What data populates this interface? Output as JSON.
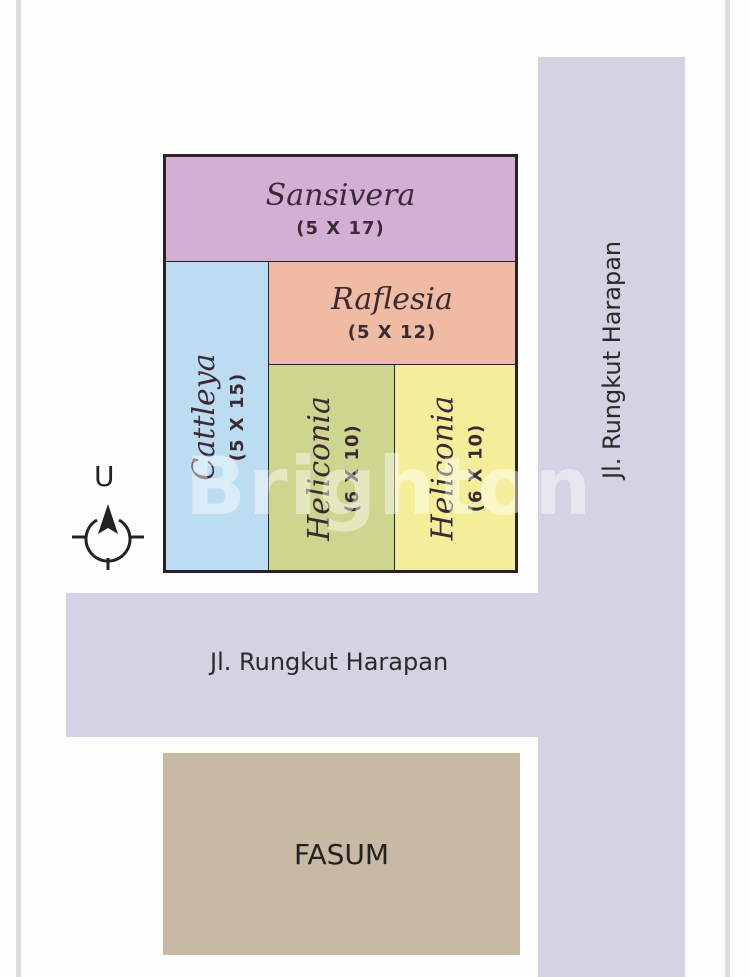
{
  "roads": {
    "horizontal_label": "Jl. Rungkut Harapan",
    "vertical_label": "Jl. Rungkut Harapan"
  },
  "plots": [
    {
      "name": "Sansivera",
      "dims": "(5 X 17)",
      "color": "#d2afd3"
    },
    {
      "name": "Raflesia",
      "dims": "(5 X 12)",
      "color": "#efbba2"
    },
    {
      "name": "Cattleya",
      "dims": "(5 X 15)",
      "color": "#bcdcf2"
    },
    {
      "name": "Heliconia",
      "dims": "(6 X 10)",
      "color": "#ccd68f"
    },
    {
      "name": "Heliconia",
      "dims": "(6 X 10)",
      "color": "#f4ee9a"
    }
  ],
  "fasum": {
    "label": "FASUM"
  },
  "compass": {
    "label": "U"
  },
  "watermark": "Brighton"
}
